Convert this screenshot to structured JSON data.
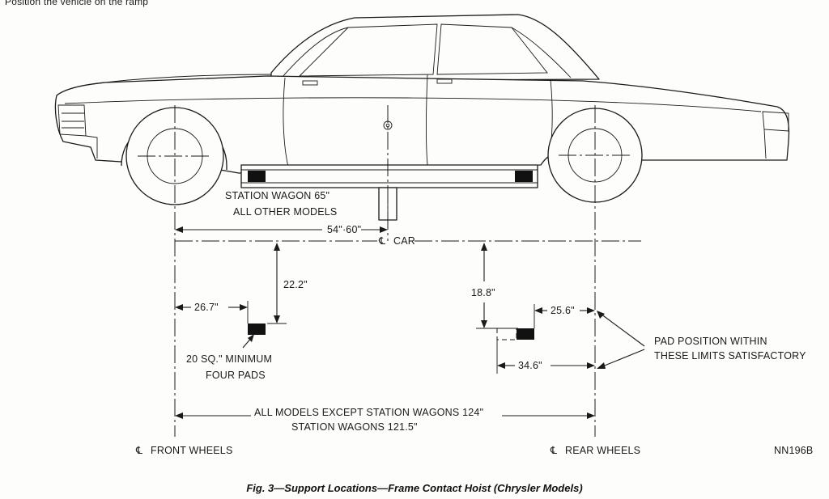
{
  "header_fragment": "Position the vehicle on the ramp",
  "dimensions": {
    "station_wagon": "STATION WAGON 65\"",
    "all_other_models": "ALL OTHER MODELS",
    "range_54_60": "54\"·60\"",
    "dim_22_2": "22.2\"",
    "dim_26_7": "26.7\"",
    "dim_18_8": "18.8\"",
    "dim_25_6": "25.6\"",
    "dim_34_6": "34.6\""
  },
  "centerlines": {
    "car": "CAR",
    "front_wheels": "FRONT WHEELS",
    "rear_wheels": "REAR WHEELS"
  },
  "notes": {
    "min_area_line1": "20 SQ.\" MINIMUM",
    "min_area_line2": "FOUR PADS",
    "pad_limits_line1": "PAD POSITION WITHIN",
    "pad_limits_line2": "THESE LIMITS SATISFACTORY",
    "wheelbase_line1": "ALL MODELS EXCEPT STATION WAGONS 124\"",
    "wheelbase_line2": "STATION WAGONS 121.5\""
  },
  "code": "NN196B",
  "caption": "Fig. 3—Support Locations—Frame Contact Hoist (Chrysler Models)"
}
